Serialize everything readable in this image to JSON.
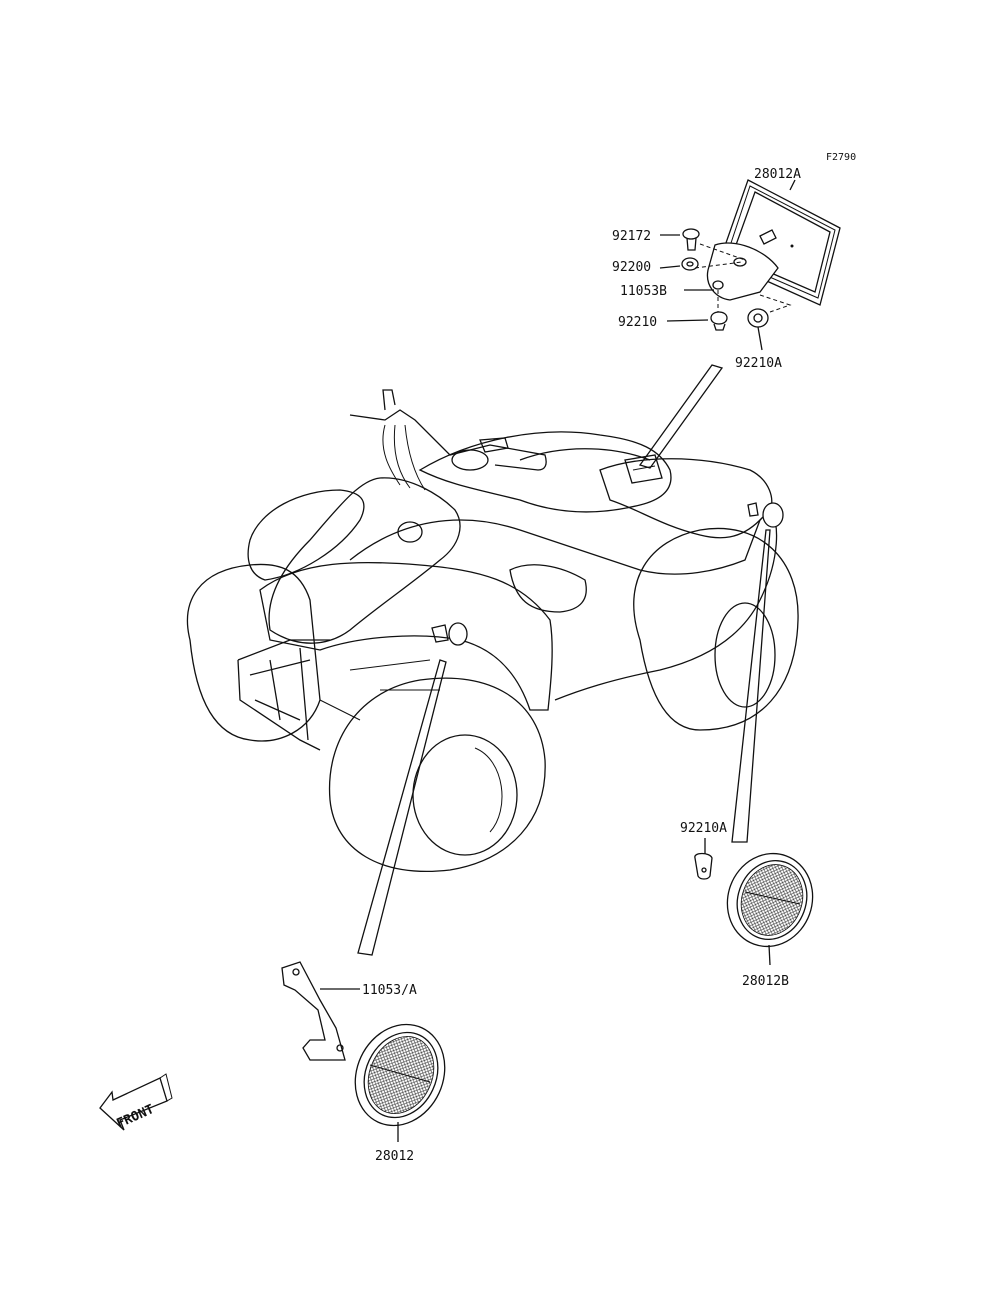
{
  "figure_id": "F2790",
  "front_label": "FRONT",
  "parts": {
    "reflector_rear": "28012A",
    "bolt": "92172",
    "washer": "92200",
    "bracket_rear": "11053B",
    "nut": "92210",
    "grommet_rear": "92210A",
    "grommet_side": "92210A",
    "reflector_side": "28012B",
    "bracket_front": "11053/A",
    "reflector_front": "28012"
  }
}
